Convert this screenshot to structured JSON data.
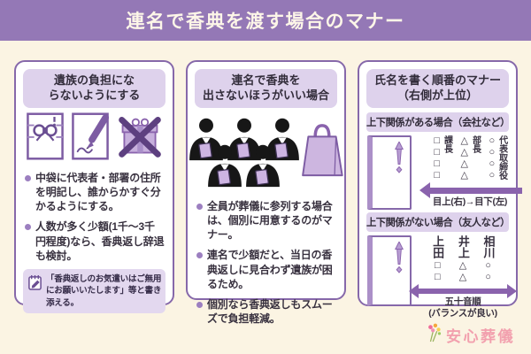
{
  "title": "連名で香典を渡す場合のマナー",
  "colors": {
    "title_bg": "#9478b6",
    "background": "#fbf4e3",
    "panel_border": "#8668aa",
    "header_bg": "#ded2ec",
    "text": "#38313f",
    "bullet_dot": "#9c7fc0",
    "icon_purple": "#6b4f93",
    "icon_fill": "#cdb6e0",
    "logo_pink": "#f2a0ae"
  },
  "panel_burden": {
    "header_lines": [
      "遺族の負担にな",
      "らないようにする"
    ],
    "icons": [
      "kouden-envelope-icon",
      "envelope-pen-icon",
      "no-gift-icon"
    ],
    "bullets": [
      "中袋に代表者・部署の住所を明記し、誰からかすぐ分かるようにする。",
      "人数が多く少額(1千～3千円程度)なら、香典返し辞退も検討。"
    ],
    "note_icon": "memo-icon",
    "note": "「香典返しのお気遣いはご無用にお願いいたします」等と書き添える。"
  },
  "panel_avoid": {
    "header_lines": [
      "連名で香典を",
      "出さないほうがいい場合"
    ],
    "icons": [
      "mourners-group-icon",
      "return-gift-bag-icon"
    ],
    "bullets": [
      "全員が葬儀に参列する場合は、個別に用意するのがマナー。",
      "連名で少額だと、当日の香典返しに見合わず遺族が困るため。",
      "個別なら香典返しもスムーズで負担軽減。"
    ]
  },
  "panel_order": {
    "header_lines": [
      "氏名を書く順番のマナー",
      "（右側が上位）"
    ],
    "hierarchy": {
      "subheader": "上下関係がある場合（会社など）",
      "groups": [
        {
          "shape": "□",
          "label": "課長"
        },
        {
          "shape": "△",
          "label": "部長"
        },
        {
          "shape": "○",
          "label": "代表取締役"
        }
      ],
      "arrow_label": "目上(右)→目下(左)"
    },
    "no_hierarchy": {
      "subheader": "上下関係がない場合（友人など）",
      "groups": [
        {
          "shape": "□",
          "label": "上田"
        },
        {
          "shape": "△",
          "label": "井上"
        },
        {
          "shape": "○",
          "label": "相川"
        }
      ],
      "arrow_label_lines": [
        "五十音順",
        "(バランスが良い)"
      ]
    }
  },
  "logo": {
    "icon": "flower-bouquet-icon",
    "text": "安心葬儀"
  }
}
